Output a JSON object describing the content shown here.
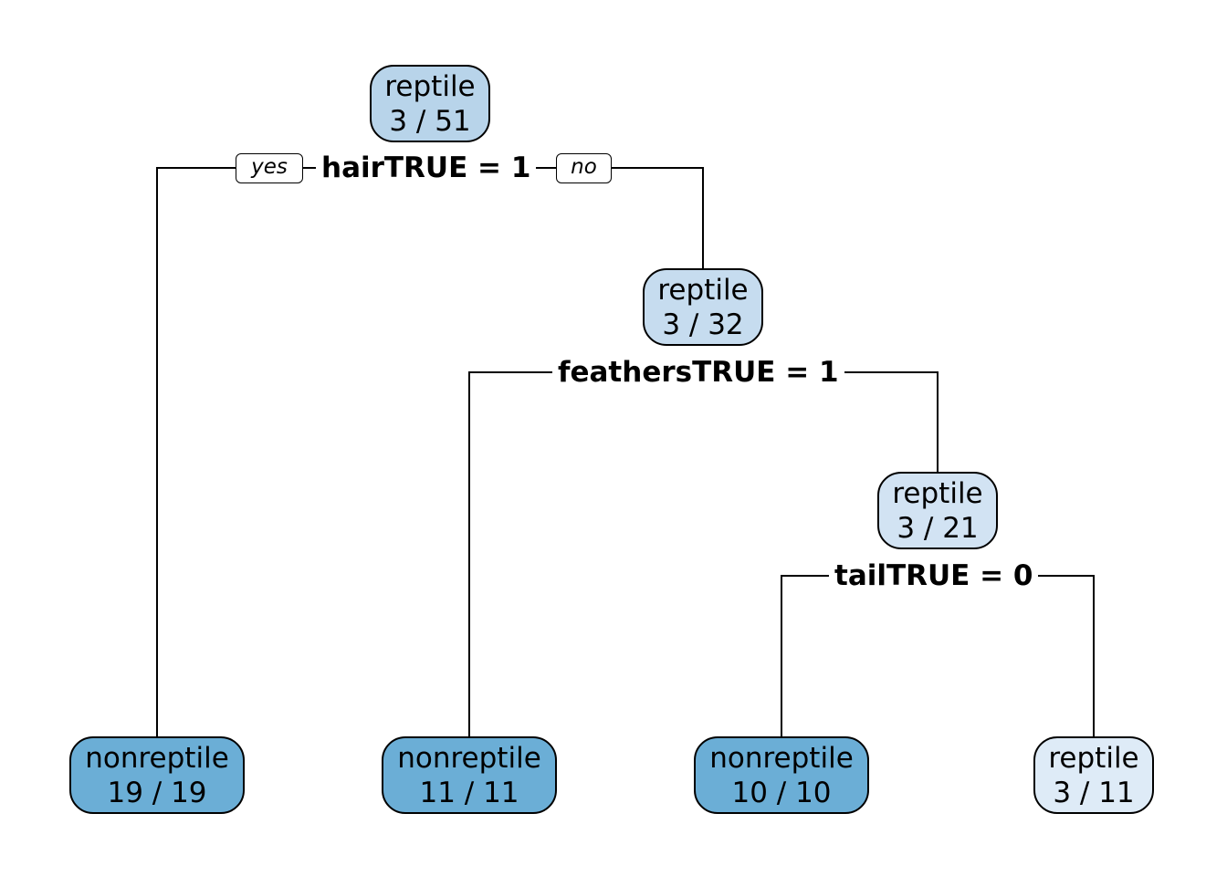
{
  "tree": {
    "root": {
      "class": "reptile",
      "count": "3 / 51",
      "fill": "#b8d4ea"
    },
    "split_root": "hairTRUE = 1",
    "branch_yes": "yes",
    "branch_no": "no",
    "node_2": {
      "class": "reptile",
      "count": "3 / 32",
      "fill": "#c6dcef"
    },
    "split_2": "feathersTRUE = 1",
    "node_3": {
      "class": "reptile",
      "count": "3 / 21",
      "fill": "#d2e3f3"
    },
    "split_3": "tailTRUE = 0",
    "leaves": [
      {
        "class": "nonreptile",
        "count": "19 / 19",
        "fill": "#6baed6"
      },
      {
        "class": "nonreptile",
        "count": "11 / 11",
        "fill": "#6baed6"
      },
      {
        "class": "nonreptile",
        "count": "10 / 10",
        "fill": "#6baed6"
      },
      {
        "class": "reptile",
        "count": "3 / 11",
        "fill": "#deebf7"
      }
    ]
  }
}
